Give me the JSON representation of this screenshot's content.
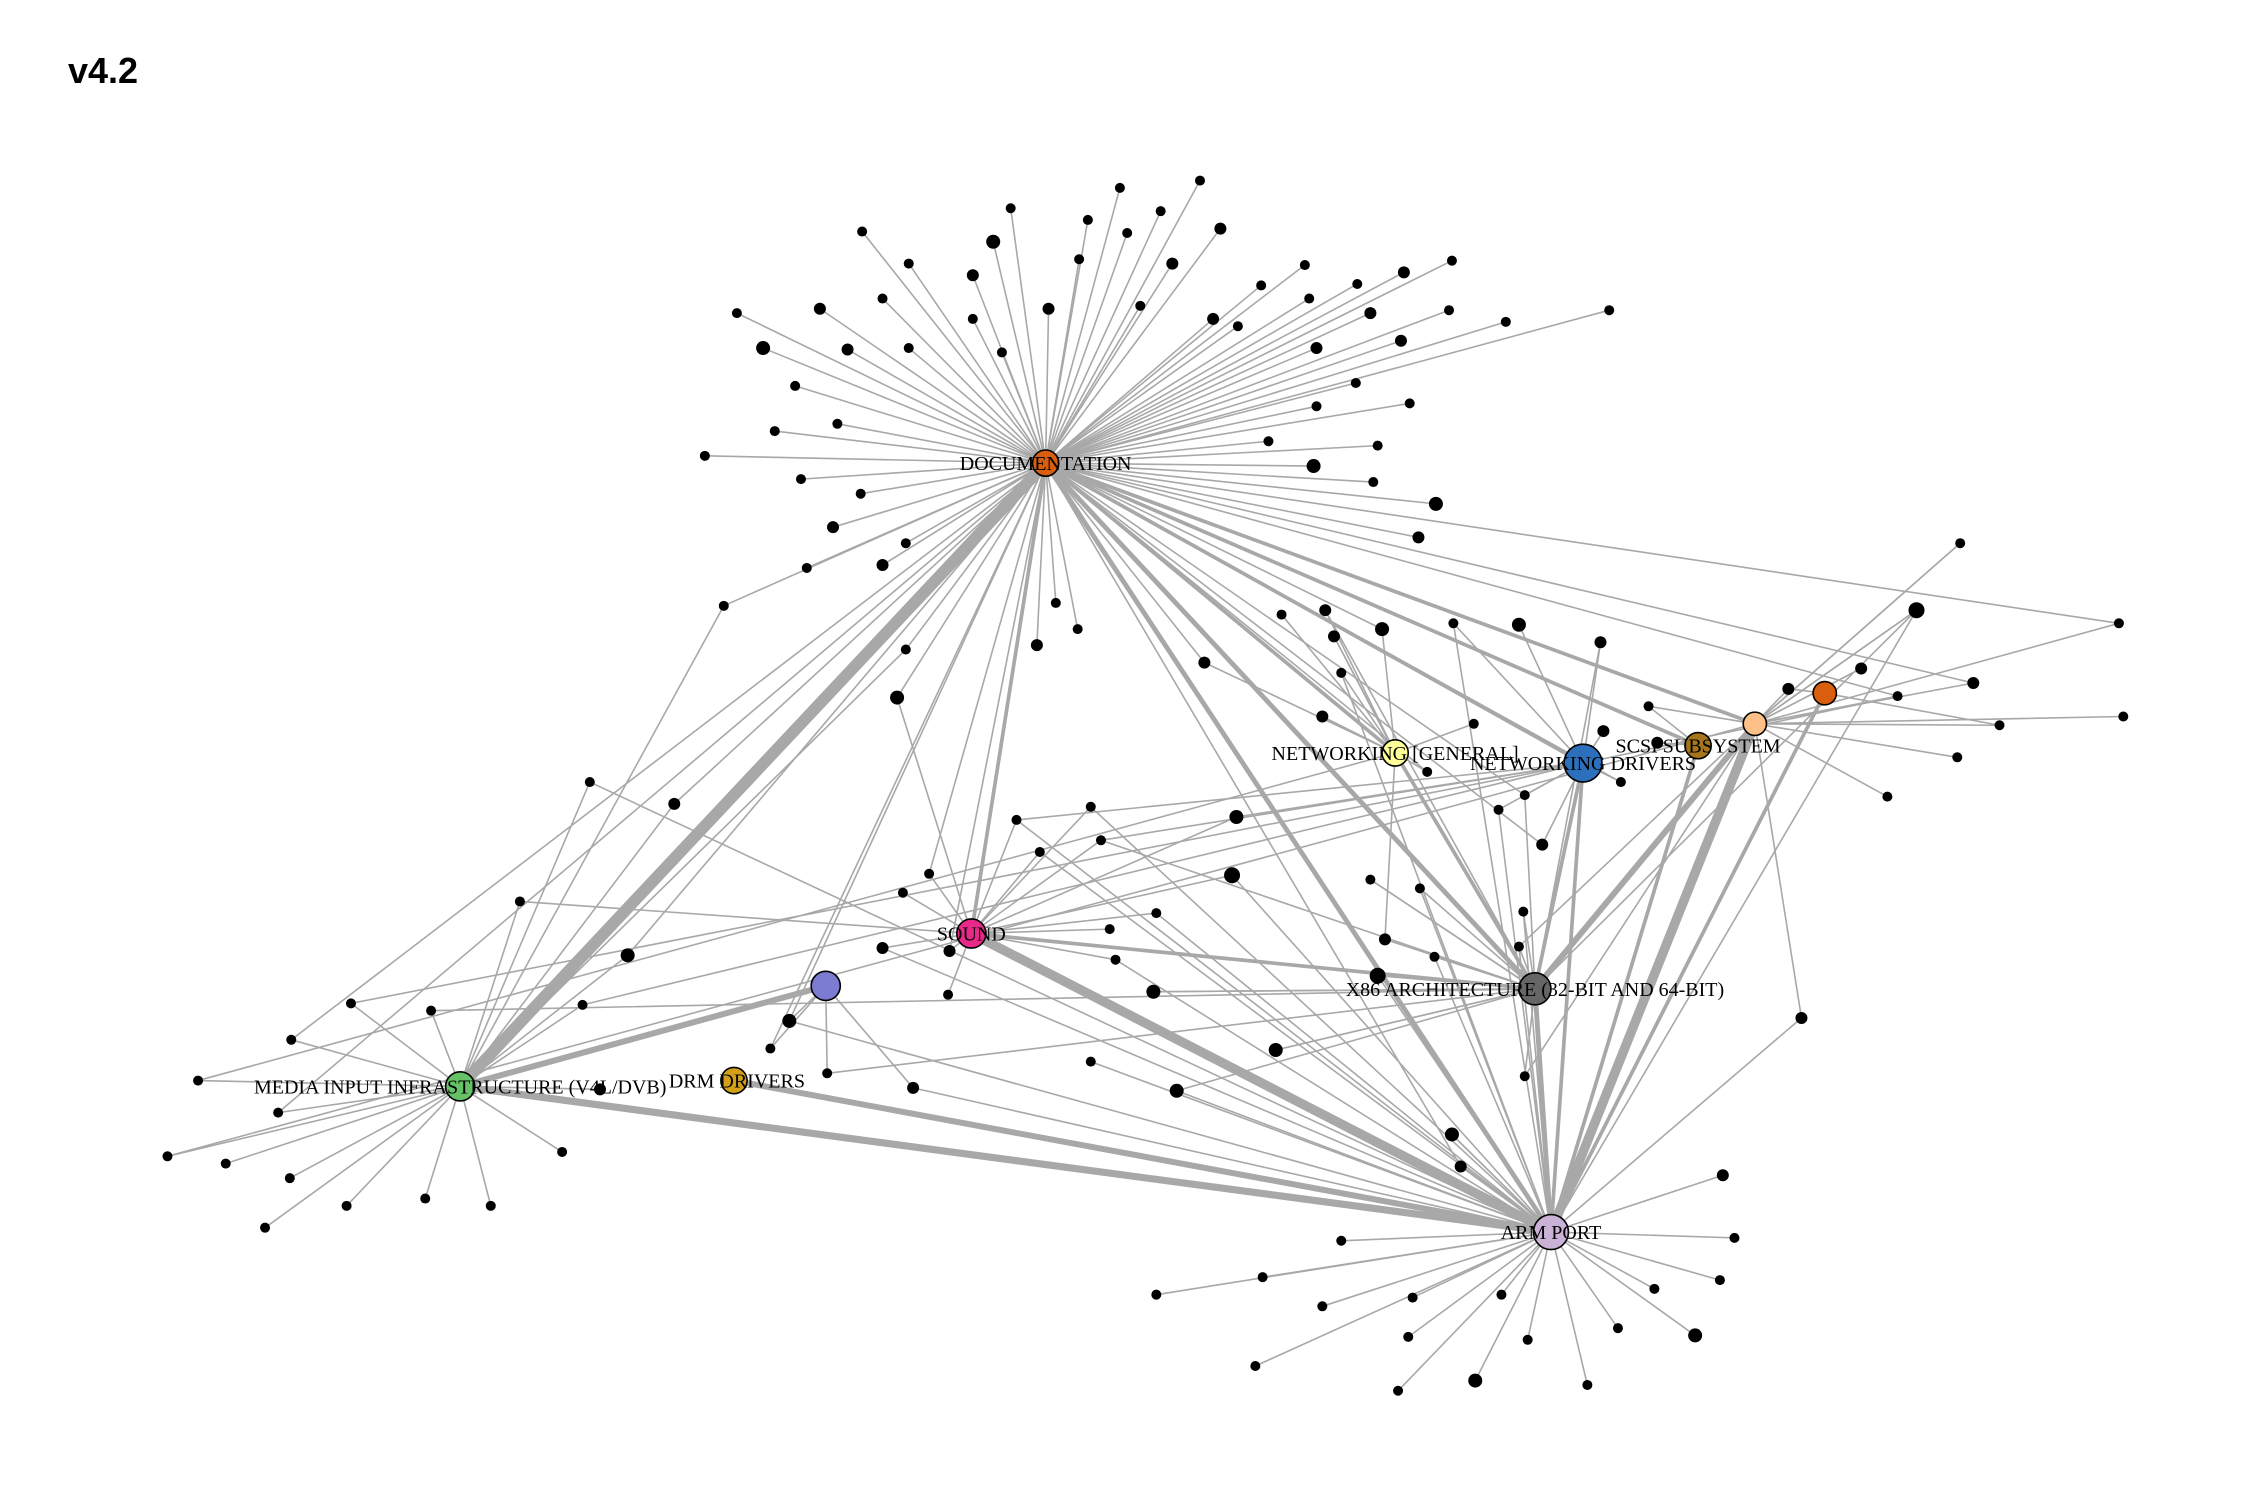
{
  "title": "v4.2",
  "colors": {
    "edge": "#a8a8a8",
    "leaf": "#000000",
    "documentation": "#d95f0e",
    "networking_drivers": "#2c6fbb",
    "networking_general": "#ffff99",
    "scsi_subsystem": "#a6761d",
    "sound": "#e7298a",
    "x86_architecture": "#666666",
    "arm_port": "#cab2d6",
    "media_input": "#66c266",
    "drm_drivers": "#d4a017",
    "unlabeled_purple": "#7b7bd1",
    "unlabeled_orange": "#d95f0e",
    "unlabeled_peach": "#fdc086"
  },
  "hubs": [
    {
      "id": "doc",
      "label": "DOCUMENTATION",
      "color_key": "documentation"
    },
    {
      "id": "netdrv",
      "label": "NETWORKING DRIVERS",
      "color_key": "networking_drivers"
    },
    {
      "id": "netgen",
      "label": "NETWORKING [GENERAL]",
      "color_key": "networking_general"
    },
    {
      "id": "scsi",
      "label": "SCSI SUBSYSTEM",
      "color_key": "scsi_subsystem"
    },
    {
      "id": "sound",
      "label": "SOUND",
      "color_key": "sound"
    },
    {
      "id": "x86",
      "label": "X86 ARCHITECTURE (32-BIT AND 64-BIT)",
      "color_key": "x86_architecture"
    },
    {
      "id": "arm",
      "label": "ARM PORT",
      "color_key": "arm_port"
    },
    {
      "id": "media",
      "label": "MEDIA INPUT INFRASTRUCTURE (V4L/DVB)",
      "color_key": "media_input"
    },
    {
      "id": "drm",
      "label": "DRM DRIVERS",
      "color_key": "drm_drivers"
    },
    {
      "id": "purple",
      "label": "",
      "color_key": "unlabeled_purple"
    },
    {
      "id": "orange2",
      "label": "",
      "color_key": "unlabeled_orange"
    },
    {
      "id": "peach",
      "label": "",
      "color_key": "unlabeled_peach"
    }
  ],
  "hub_edges": [
    {
      "from": "doc",
      "to": "media",
      "weight": 9
    },
    {
      "from": "doc",
      "to": "arm",
      "weight": 3
    },
    {
      "from": "doc",
      "to": "x86",
      "weight": 3
    },
    {
      "from": "doc",
      "to": "netdrv",
      "weight": 2
    },
    {
      "from": "doc",
      "to": "netgen",
      "weight": 2
    },
    {
      "from": "doc",
      "to": "sound",
      "weight": 2
    },
    {
      "from": "doc",
      "to": "scsi",
      "weight": 2
    },
    {
      "from": "doc",
      "to": "peach",
      "weight": 2
    },
    {
      "from": "sound",
      "to": "arm",
      "weight": 7
    },
    {
      "from": "media",
      "to": "arm",
      "weight": 5
    },
    {
      "from": "drm",
      "to": "arm",
      "weight": 4
    },
    {
      "from": "media",
      "to": "purple",
      "weight": 4
    },
    {
      "from": "peach",
      "to": "arm",
      "weight": 7
    },
    {
      "from": "netdrv",
      "to": "x86",
      "weight": 2
    },
    {
      "from": "netdrv",
      "to": "arm",
      "weight": 2
    },
    {
      "from": "x86",
      "to": "arm",
      "weight": 3
    },
    {
      "from": "scsi",
      "to": "arm",
      "weight": 2
    },
    {
      "from": "netgen",
      "to": "x86",
      "weight": 2
    },
    {
      "from": "orange2",
      "to": "arm",
      "weight": 2
    },
    {
      "from": "peach",
      "to": "x86",
      "weight": 4
    },
    {
      "from": "sound",
      "to": "x86",
      "weight": 2
    }
  ]
}
